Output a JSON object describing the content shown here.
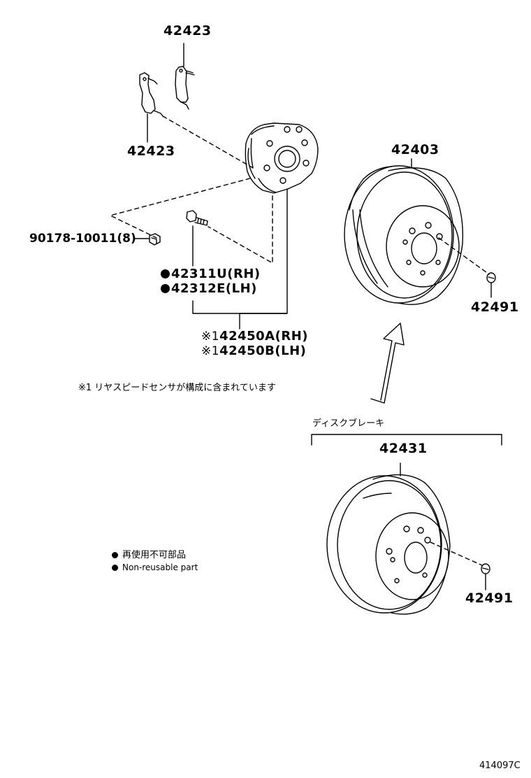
{
  "labels": {
    "p42423_top": "42423",
    "p42423_left": "42423",
    "p42403": "42403",
    "p90178": "90178-10011(8)",
    "p42311u": "42311U(RH)",
    "p42312e": "42312E(LH)",
    "p42450a": "42450A(RH)",
    "p42450b": "42450B(LH)",
    "ref_mark": "※1",
    "p42491_top": "42491",
    "p42431": "42431",
    "p42491_bottom": "42491"
  },
  "notes": {
    "sensor_note": "※1 リヤスピードセンサが構成に含まれています",
    "disc_brake": "ディスクブレーキ",
    "legend_jp": "再使用不可部品",
    "legend_en": "Non-reusable part"
  },
  "diagram_code": "414097C",
  "icons": {
    "hub": "hub-bearing-icon",
    "drum": "brake-drum-icon",
    "disc": "brake-disc-icon",
    "arrow": "upward-arrow-icon"
  }
}
